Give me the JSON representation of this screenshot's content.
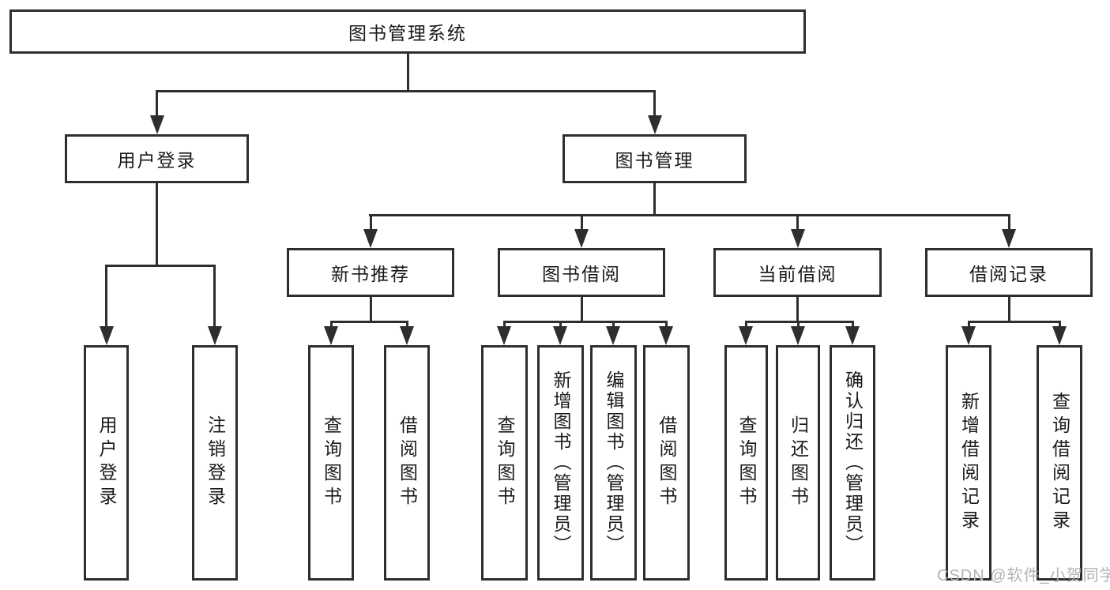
{
  "diagram_type": "tree",
  "tree": {
    "root": {
      "label": "图书管理系统",
      "children": [
        {
          "label": "用户登录",
          "children": [
            {
              "label": "用户登录"
            },
            {
              "label": "注销登录"
            }
          ]
        },
        {
          "label": "图书管理",
          "children": [
            {
              "label": "新书推荐",
              "children": [
                {
                  "label": "查询图书"
                },
                {
                  "label": "借阅图书"
                }
              ]
            },
            {
              "label": "图书借阅",
              "children": [
                {
                  "label": "查询图书"
                },
                {
                  "label": "新增图书（管理员）"
                },
                {
                  "label": "编辑图书（管理员）"
                },
                {
                  "label": "借阅图书"
                }
              ]
            },
            {
              "label": "当前借阅",
              "children": [
                {
                  "label": "查询图书"
                },
                {
                  "label": "归还图书"
                },
                {
                  "label": "确认归还（管理员）"
                }
              ]
            },
            {
              "label": "借阅记录",
              "children": [
                {
                  "label": "新增借阅记录"
                },
                {
                  "label": "查询借阅记录"
                }
              ]
            }
          ]
        }
      ]
    }
  },
  "watermark": {
    "text": "CSDN @软件_小贺同学"
  },
  "colors": {
    "line": "#2e2e2e",
    "text": "#1a1a1a",
    "background": "#ffffff",
    "watermark": "#b3b3b3"
  }
}
